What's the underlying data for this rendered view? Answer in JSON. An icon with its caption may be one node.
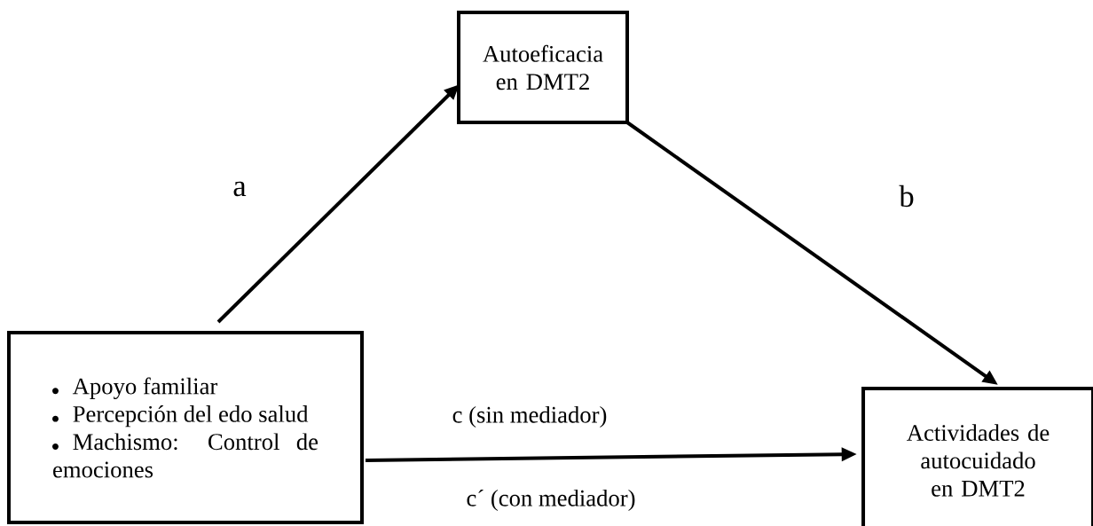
{
  "diagram": {
    "nodes": [
      {
        "text": [
          "Apoyo familiar",
          "Percepción del edo salud",
          "Machismo: Control de emociones"
        ]
      },
      {
        "text": [
          "Autoeficacia en DMT2"
        ]
      },
      {
        "text": [
          "Actividades de autocuidado en DMT2"
        ]
      }
    ],
    "edges": [
      {
        "from": 0,
        "to": 1,
        "arrow": "to",
        "label": "a"
      },
      {
        "from": 1,
        "to": 2,
        "arrow": "to",
        "label": "b"
      },
      {
        "from": 0,
        "to": 2,
        "arrow": "to",
        "label": "c (sin mediador)"
      }
    ],
    "labels": [
      "c´ (con mediador)"
    ]
  }
}
